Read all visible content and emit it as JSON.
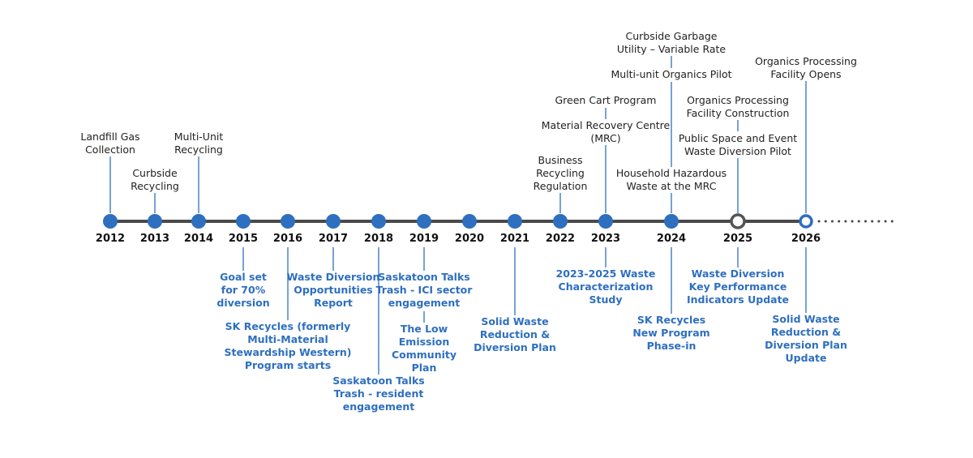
{
  "colors": {
    "axis": "#4a4a4a",
    "node": "#2e6fbf",
    "connector": "#2e6fbf",
    "future_ring": "#555555",
    "label_below": "#2e6fbf",
    "label_above": "#222222"
  },
  "years": [
    "2012",
    "2013",
    "2014",
    "2015",
    "2016",
    "2017",
    "2018",
    "2019",
    "2020",
    "2021",
    "2022",
    "2023",
    "2024",
    "2025",
    "2026"
  ],
  "events_above": [
    {
      "year": "2012",
      "lines": [
        "Landfill Gas",
        "Collection"
      ]
    },
    {
      "year": "2013",
      "lines": [
        "Curbside",
        "Recycling"
      ]
    },
    {
      "year": "2014",
      "lines": [
        "Multi-Unit",
        "Recycling"
      ]
    },
    {
      "year": "2022",
      "lines": [
        "Business",
        "Recycling",
        "Regulation"
      ]
    },
    {
      "year": "2023",
      "lines": [
        "Green Cart Program"
      ]
    },
    {
      "year": "2023",
      "lines": [
        "Material Recovery Centre",
        "(MRC)"
      ]
    },
    {
      "year": "2024",
      "lines": [
        "Curbside Garbage",
        "Utility – Variable Rate"
      ]
    },
    {
      "year": "2024",
      "lines": [
        "Multi-unit Organics Pilot"
      ]
    },
    {
      "year": "2024",
      "lines": [
        "Household Hazardous",
        "Waste at the MRC"
      ]
    },
    {
      "year": "2025",
      "lines": [
        "Organics Processing",
        "Facility Construction"
      ]
    },
    {
      "year": "2025",
      "lines": [
        "Public Space and Event",
        "Waste Diversion Pilot"
      ]
    },
    {
      "year": "2026",
      "lines": [
        "Organics Processing",
        "Facility Opens"
      ]
    }
  ],
  "events_below": [
    {
      "year": "2015",
      "lines": [
        "Goal set",
        "for 70%",
        "diversion"
      ]
    },
    {
      "year": "2016",
      "lines": [
        "SK Recycles (formerly",
        "Multi-Material",
        "Stewardship Western)",
        "Program starts"
      ]
    },
    {
      "year": "2017",
      "lines": [
        "Waste Diversion",
        "Opportunities",
        "Report"
      ]
    },
    {
      "year": "2018",
      "lines": [
        "Saskatoon Talks",
        "Trash - resident",
        "engagement"
      ]
    },
    {
      "year": "2019",
      "lines": [
        "Saskatoon Talks",
        "Trash - ICI sector",
        "engagement"
      ]
    },
    {
      "year": "2019",
      "lines": [
        "The Low",
        "Emission",
        "Community",
        "Plan"
      ]
    },
    {
      "year": "2021",
      "lines": [
        "Solid Waste",
        "Reduction &",
        "Diversion Plan"
      ]
    },
    {
      "year": "2023",
      "lines": [
        "2023-2025 Waste",
        "Characterization",
        "Study"
      ]
    },
    {
      "year": "2024",
      "lines": [
        "SK Recycles",
        "New Program",
        "Phase-in"
      ]
    },
    {
      "year": "2025",
      "lines": [
        "Waste Diversion",
        "Key Performance",
        "Indicators Update"
      ]
    },
    {
      "year": "2026",
      "lines": [
        "Solid Waste",
        "Reduction &",
        "Diversion Plan",
        "Update"
      ]
    }
  ]
}
